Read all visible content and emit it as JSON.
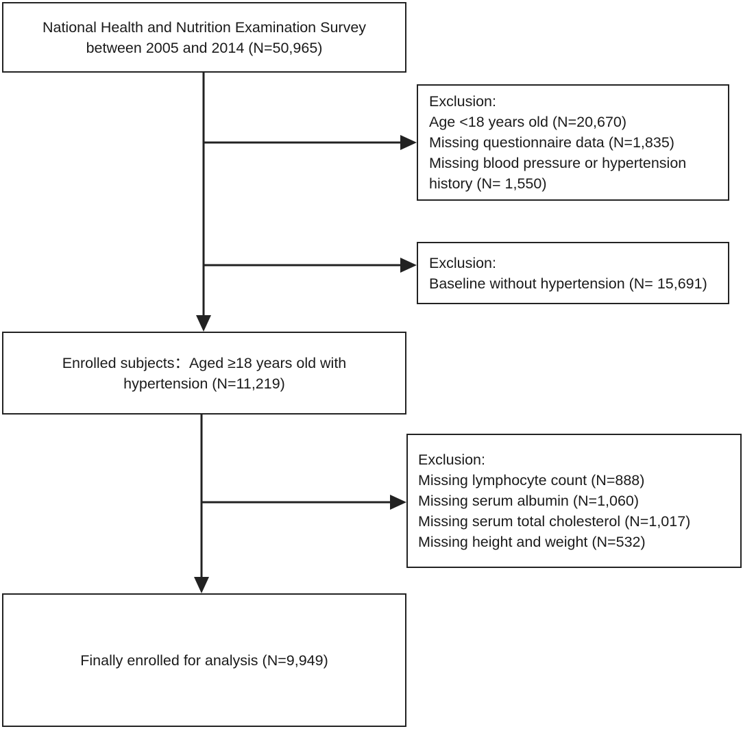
{
  "flowchart": {
    "survey_box": {
      "lines": [
        "National Health and Nutrition Examination Survey",
        "between 2005 and 2014 (N=50,965)"
      ]
    },
    "exclusion_1": {
      "lines": [
        "Exclusion:",
        "Age <18 years old (N=20,670)",
        "Missing questionnaire data (N=1,835)",
        "Missing blood pressure or hypertension",
        "history (N= 1,550)"
      ]
    },
    "exclusion_2": {
      "lines": [
        "Exclusion:",
        "Baseline without hypertension (N= 15,691)"
      ]
    },
    "enrolled_box": {
      "lines": [
        "Enrolled subjects：Aged ≥18 years old with",
        "hypertension (N=11,219)"
      ]
    },
    "exclusion_3": {
      "lines": [
        "Exclusion:",
        "Missing lymphocyte count (N=888)",
        "Missing serum albumin (N=1,060)",
        "Missing serum total cholesterol (N=1,017)",
        "Missing height and weight (N=532)"
      ]
    },
    "final_box": {
      "lines": [
        "Finally enrolled for analysis (N=9,949)"
      ]
    },
    "colors": {
      "stroke": "#222222",
      "text": "#1a1a1a",
      "background": "#ffffff"
    }
  }
}
